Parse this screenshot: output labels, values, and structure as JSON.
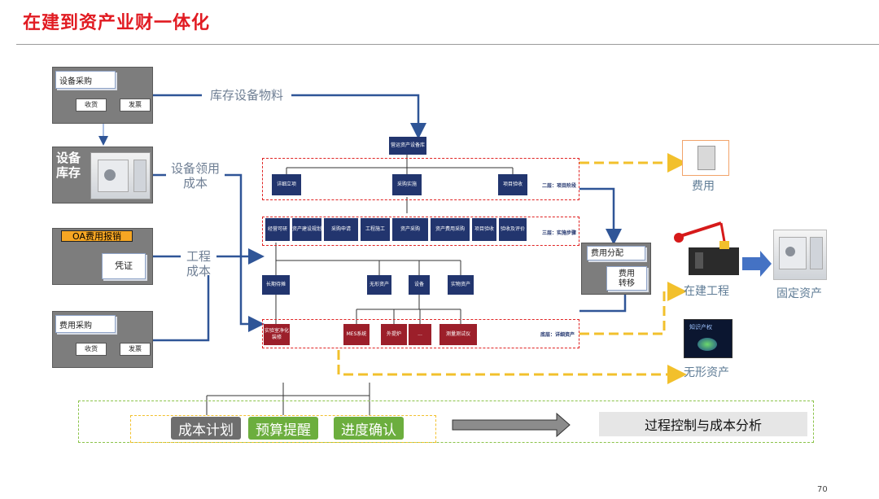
{
  "page": {
    "title": "在建到资产业财一体化",
    "page_number": "70"
  },
  "sources": {
    "purchase1": {
      "doc": "设备采购",
      "btn1": "收货",
      "btn2": "发票"
    },
    "inventory": {
      "label": "设备\n库存"
    },
    "oa": {
      "banner": "OA费用报销",
      "doc": "凭证"
    },
    "purchase2": {
      "doc": "费用采购",
      "btn1": "收货",
      "btn2": "发票"
    }
  },
  "flow_labels": {
    "stock": "库存设备物料",
    "equip_cost": "设备领用\n成本",
    "eng_cost": "工程\n成本"
  },
  "tree": {
    "root": "营运资产设备库",
    "level1": [
      "详细立项",
      "采购实施",
      "项目验收"
    ],
    "stage2": "二层：项目阶段",
    "level2": [
      "经营可研",
      "资产建设规划",
      "采购申请",
      "工程施工",
      "资产采购",
      "资产费用采购",
      "项目验收",
      "验收及评价"
    ],
    "stage3": "三层：实施步骤",
    "level3": [
      "长期待摊",
      "无形资产",
      "设备",
      "实物资产"
    ],
    "level4": [
      "实验室净化装修",
      "MES系统",
      "外提炉",
      "...",
      "测量测试仪"
    ],
    "stage4": "底层：详细资产"
  },
  "cost_box": {
    "title": "费用分配",
    "sub": "费用\n转移"
  },
  "outputs": {
    "expense": "费用",
    "construction": "在建工程",
    "fixed_asset": "固定资产",
    "intangible": "无形资产",
    "book_cover": "知识产权"
  },
  "bottom": {
    "items": [
      "成本计划",
      "预算提醒",
      "进度确认"
    ],
    "summary": "过程控制与成本分析"
  },
  "colors": {
    "title_red": "#e11b22",
    "navy": "#22356e",
    "dark_red": "#9c1f2a",
    "arrow_blue": "#2f5597",
    "dash_yellow": "#f2c02c",
    "green": "#6cae3e"
  }
}
